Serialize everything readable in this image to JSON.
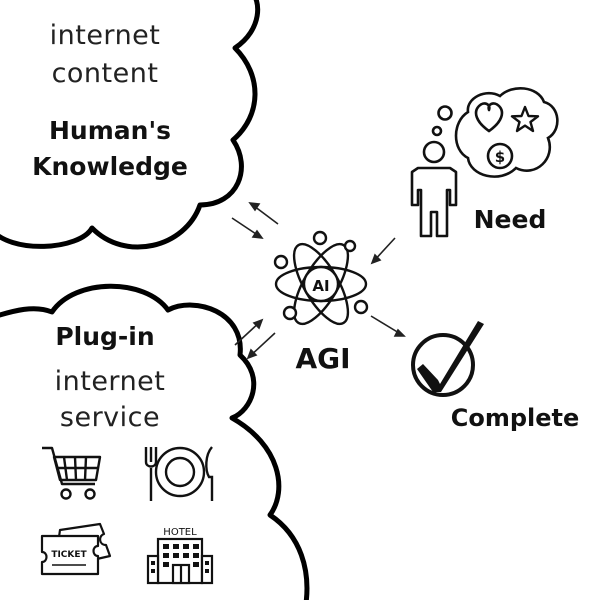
{
  "knowledge_cloud": {
    "line1": "internet",
    "line2": "content",
    "title_line1": "Human's",
    "title_line2": "Knowledge"
  },
  "plugin_cloud": {
    "title": "Plug-in",
    "line1": "internet",
    "line2": "service",
    "ticket_text": "TICKET",
    "hotel_text": "HOTEL",
    "icons": [
      "shopping-cart-icon",
      "plate-fork-knife-icon",
      "ticket-icon",
      "hotel-icon"
    ]
  },
  "center": {
    "label": "AGI",
    "atom_text": "AI"
  },
  "need": {
    "label": "Need",
    "icons": [
      "person-icon",
      "heart-icon",
      "star-icon",
      "dollar-icon"
    ]
  },
  "complete": {
    "label": "Complete",
    "icon": "checkmark-icon"
  }
}
